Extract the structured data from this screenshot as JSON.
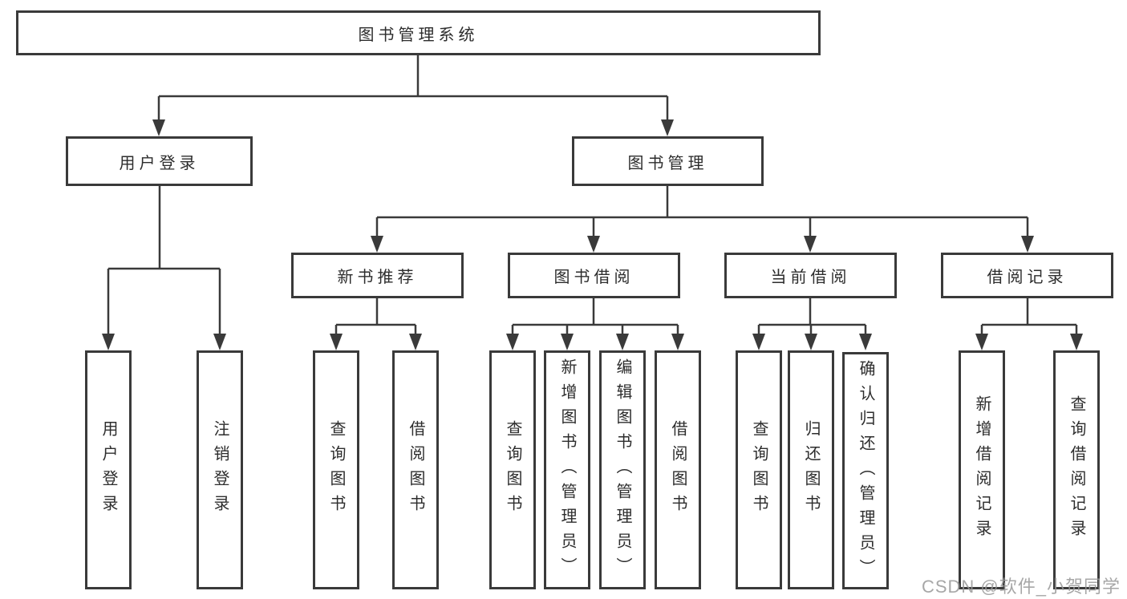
{
  "diagram": {
    "title": "图书管理系统",
    "nodes": {
      "root": "图书管理系统",
      "userLogin": "用户登录",
      "bookMgmt": "图书管理",
      "newBookRec": "新书推荐",
      "bookBorrow": "图书借阅",
      "currentBorrow": "当前借阅",
      "borrowRecord": "借阅记录",
      "loginLeaf": "用户登录",
      "logoutLeaf": "注销登录",
      "recQuery": "查询图书",
      "recBorrow": "借阅图书",
      "bbQuery": "查询图书",
      "bbAdd": "新增图书（管理员）",
      "bbEdit": "编辑图书（管理员）",
      "bbBorrow": "借阅图书",
      "cbQuery": "查询图书",
      "cbReturn": "归还图书",
      "cbConfirm": "确认归还（管理员）",
      "brAdd": "新增借阅记录",
      "brQuery": "查询借阅记录"
    },
    "edges": [
      {
        "from": "图书管理系统",
        "to": "用户登录"
      },
      {
        "from": "图书管理系统",
        "to": "图书管理"
      },
      {
        "from": "用户登录",
        "to": "用户登录"
      },
      {
        "from": "用户登录",
        "to": "注销登录"
      },
      {
        "from": "图书管理",
        "to": "新书推荐"
      },
      {
        "from": "图书管理",
        "to": "图书借阅"
      },
      {
        "from": "图书管理",
        "to": "当前借阅"
      },
      {
        "from": "图书管理",
        "to": "借阅记录"
      },
      {
        "from": "新书推荐",
        "to": "查询图书"
      },
      {
        "from": "新书推荐",
        "to": "借阅图书"
      },
      {
        "from": "图书借阅",
        "to": "查询图书"
      },
      {
        "from": "图书借阅",
        "to": "新增图书（管理员）"
      },
      {
        "from": "图书借阅",
        "to": "编辑图书（管理员）"
      },
      {
        "from": "图书借阅",
        "to": "借阅图书"
      },
      {
        "from": "当前借阅",
        "to": "查询图书"
      },
      {
        "from": "当前借阅",
        "to": "归还图书"
      },
      {
        "from": "当前借阅",
        "to": "确认归还（管理员）"
      },
      {
        "from": "借阅记录",
        "to": "新增借阅记录"
      },
      {
        "from": "借阅记录",
        "to": "查询借阅记录"
      }
    ],
    "colors": {
      "line": "#3a3a3a",
      "box_border": "#3a3a3a",
      "text": "#2d2d2d",
      "background": "#ffffff",
      "watermark": "#989898"
    }
  },
  "watermark": {
    "text": "CSDN @软件_小贺同学"
  }
}
